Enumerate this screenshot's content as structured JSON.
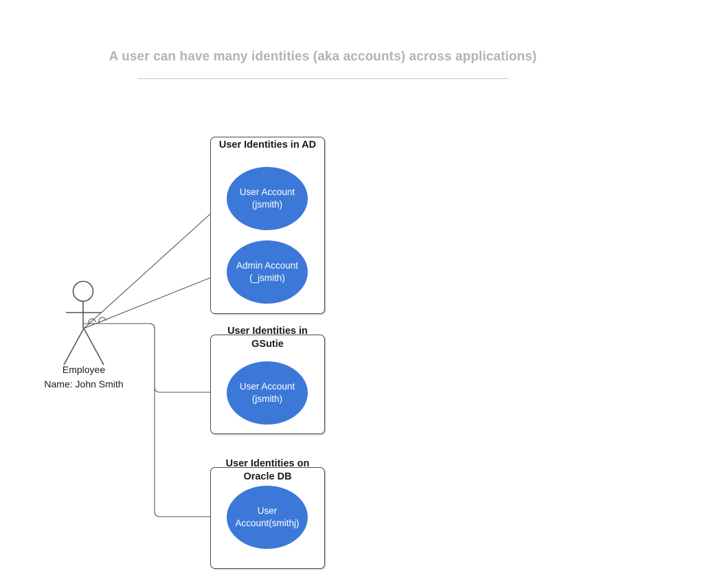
{
  "diagram": {
    "title": "A user can have many identities (aka accounts) across applications)",
    "title_color": "#b0b3bb",
    "accent_color": "#3c78d8",
    "border_color": "#4a4a4a",
    "connector_color": "#555555"
  },
  "actor": {
    "name": "actor-employee",
    "label": "Employee",
    "sublabel": "Name: John Smith"
  },
  "groups": [
    {
      "title": "User Identities in AD",
      "nodes": [
        {
          "label": "User Account\n(jsmith)"
        },
        {
          "label": "Admin Account\n(_jsmith)"
        }
      ]
    },
    {
      "title": "User Identities  in\nGSutie",
      "nodes": [
        {
          "label": "User Account\n(jsmith)"
        }
      ]
    },
    {
      "title": "User Identities  on\nOracle DB",
      "nodes": [
        {
          "label": "User\nAccount(smithj)"
        }
      ]
    }
  ]
}
